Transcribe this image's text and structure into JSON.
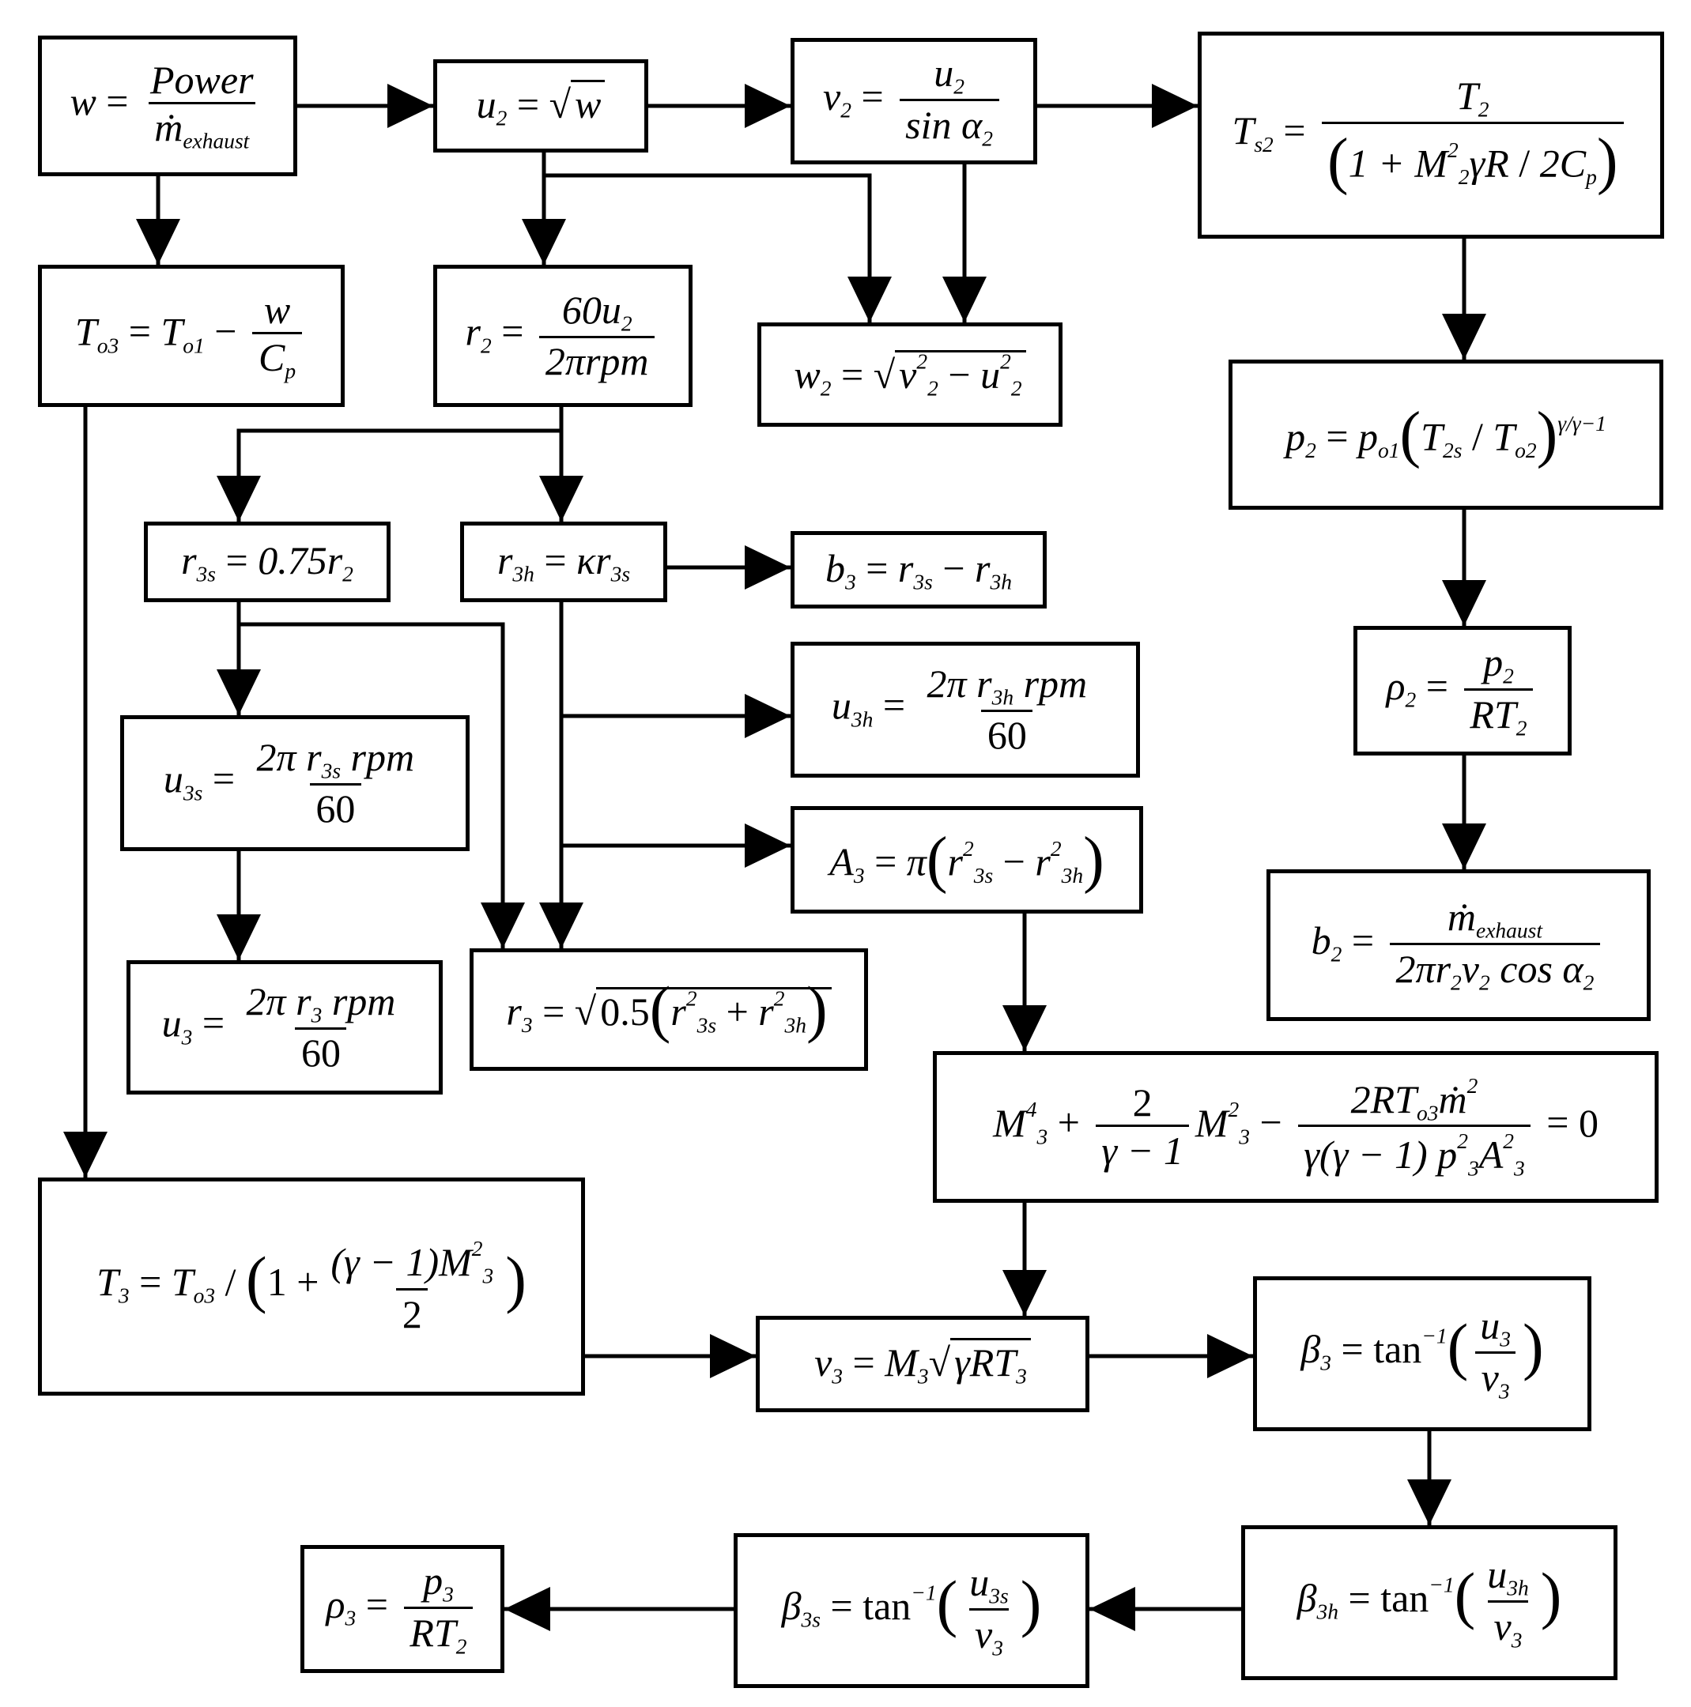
{
  "diagram": {
    "nodes": [
      {
        "id": "n01",
        "lhs": "w",
        "num": "Power",
        "den": "ṁ",
        "den_sub": "exhaust"
      },
      {
        "id": "n02",
        "lhs": "u",
        "lhs_sub": "2",
        "rad": "w"
      },
      {
        "id": "n03",
        "lhs": "v",
        "lhs_sub": "2",
        "num": "u",
        "num_sub": "2",
        "den": "sin α",
        "den_sub": "2"
      },
      {
        "id": "n04",
        "lhs": "T",
        "lhs_sub": "s2",
        "num": "T",
        "num_sub": "2",
        "den_a": "1 + M",
        "den_a_sub": "2",
        "den_a_sup": "2",
        "den_b": "γR",
        "den_c": "2C",
        "den_c_sub": "p"
      },
      {
        "id": "n05",
        "lhs": "T",
        "lhs_sub": "o3",
        "a": "T",
        "a_sub": "o1",
        "num": "w",
        "den": "C",
        "den_sub": "p"
      },
      {
        "id": "n06",
        "lhs": "r",
        "lhs_sub": "2",
        "num": "60u",
        "num_sub": "2",
        "den": "2πrpm"
      },
      {
        "id": "n07",
        "lhs": "w",
        "lhs_sub": "2",
        "a": "v",
        "a_sub": "2",
        "a_sup": "2",
        "b": "u",
        "b_sub": "2",
        "b_sup": "2"
      },
      {
        "id": "n08",
        "lhs": "p",
        "lhs_sub": "2",
        "a": "p",
        "a_sub": "o1",
        "num": "T",
        "num_sub": "2s",
        "den": "T",
        "den_sub": "o2",
        "exp": "γ/γ−1"
      },
      {
        "id": "n09",
        "lhs": "r",
        "lhs_sub": "3s",
        "rhs": "0.75r",
        "rhs_sub": "2"
      },
      {
        "id": "n10",
        "lhs": "r",
        "lhs_sub": "3h",
        "rhs": "κr",
        "rhs_sub": "3s"
      },
      {
        "id": "n11",
        "lhs": "b",
        "lhs_sub": "3",
        "a": "r",
        "a_sub": "3s",
        "b": "r",
        "b_sub": "3h"
      },
      {
        "id": "n12",
        "lhs": "ρ",
        "lhs_sub": "2",
        "num": "p",
        "num_sub": "2",
        "den": "RT",
        "den_sub": "2"
      },
      {
        "id": "n13",
        "lhs": "u",
        "lhs_sub": "3h",
        "num": "2π r",
        "num_sub": "3h",
        "num_tail": "rpm",
        "den": "60"
      },
      {
        "id": "n14",
        "lhs": "u",
        "lhs_sub": "3s",
        "num": "2π r",
        "num_sub": "3s",
        "num_tail": "rpm",
        "den": "60"
      },
      {
        "id": "n15",
        "lhs": "A",
        "lhs_sub": "3",
        "a": "π",
        "b": "r",
        "b_sub": "3s",
        "b_sup": "2",
        "c": "r",
        "c_sub": "3h",
        "c_sup": "2"
      },
      {
        "id": "n16",
        "lhs": "b",
        "lhs_sub": "2",
        "num": "ṁ",
        "num_sub": "exhaust",
        "den": "2πr",
        "den_sub": "2",
        "den_b": "v",
        "den_b_sub": "2",
        "den_c": "cos α",
        "den_c_sub": "2"
      },
      {
        "id": "n17",
        "lhs": "u",
        "lhs_sub": "3",
        "num": "2π r",
        "num_sub": "3",
        "num_tail": "rpm",
        "den": "60"
      },
      {
        "id": "n18",
        "lhs": "r",
        "lhs_sub": "3",
        "a": "0.5",
        "b": "r",
        "b_sub": "3s",
        "b_sup": "2",
        "c": "r",
        "c_sub": "3h",
        "c_sup": "2"
      },
      {
        "id": "n19",
        "t1": "M",
        "t1_sub": "3",
        "t1_sup": "4",
        "f1_num": "2",
        "f1_den": "γ − 1",
        "t2": "M",
        "t2_sub": "3",
        "t2_sup": "2",
        "f2_num": "2RT",
        "f2_num_sub": "o3",
        "f2_num_b": "ṁ",
        "f2_num_b_sup": "2",
        "f2_den": "γ(γ − 1) p",
        "f2_den_sub": "3",
        "f2_den_sup": "2",
        "f2_den_b": "A",
        "f2_den_b_sub": "3",
        "f2_den_b_sup": "2",
        "rhs": "0"
      },
      {
        "id": "n20",
        "lhs": "T",
        "lhs_sub": "3",
        "num": "T",
        "num_sub": "o3",
        "den_a": "1 +",
        "den_num": "(γ − 1)M",
        "den_num_sub": "3",
        "den_num_sup": "2",
        "den_den": "2"
      },
      {
        "id": "n21",
        "lhs": "v",
        "lhs_sub": "3",
        "a": "M",
        "a_sub": "3",
        "rad": "γRT",
        "rad_sub": "3"
      },
      {
        "id": "n22",
        "lhs": "β",
        "lhs_sub": "3",
        "fn": "tan",
        "fn_sup": "−1",
        "num": "u",
        "num_sub": "3",
        "den": "v",
        "den_sub": "3"
      },
      {
        "id": "n23",
        "lhs": "β",
        "lhs_sub": "3h",
        "fn": "tan",
        "fn_sup": "−1",
        "num": "u",
        "num_sub": "3h",
        "den": "v",
        "den_sub": "3"
      },
      {
        "id": "n24",
        "lhs": "β",
        "lhs_sub": "3s",
        "fn": "tan",
        "fn_sup": "−1",
        "num": "u",
        "num_sub": "3s",
        "den": "v",
        "den_sub": "3"
      },
      {
        "id": "n25",
        "lhs": "ρ",
        "lhs_sub": "3",
        "num": "p",
        "num_sub": "3",
        "den": "RT",
        "den_sub": "2"
      }
    ],
    "edges": [
      [
        "n01",
        "n02"
      ],
      [
        "n02",
        "n03"
      ],
      [
        "n03",
        "n04"
      ],
      [
        "n01",
        "n05"
      ],
      [
        "n02",
        "n06"
      ],
      [
        "n02",
        "n07"
      ],
      [
        "n03",
        "n07"
      ],
      [
        "n04",
        "n08"
      ],
      [
        "n06",
        "n09"
      ],
      [
        "n06",
        "n10"
      ],
      [
        "n10",
        "n11"
      ],
      [
        "n08",
        "n12"
      ],
      [
        "n10",
        "n13"
      ],
      [
        "n09",
        "n14"
      ],
      [
        "n10",
        "n15"
      ],
      [
        "n12",
        "n16"
      ],
      [
        "n14",
        "n17"
      ],
      [
        "n09",
        "n18"
      ],
      [
        "n10",
        "n18"
      ],
      [
        "n15",
        "n19"
      ],
      [
        "n05",
        "n20"
      ],
      [
        "n19",
        "n21"
      ],
      [
        "n20",
        "n21"
      ],
      [
        "n21",
        "n22"
      ],
      [
        "n22",
        "n23"
      ],
      [
        "n23",
        "n24"
      ],
      [
        "n24",
        "n25"
      ]
    ]
  }
}
